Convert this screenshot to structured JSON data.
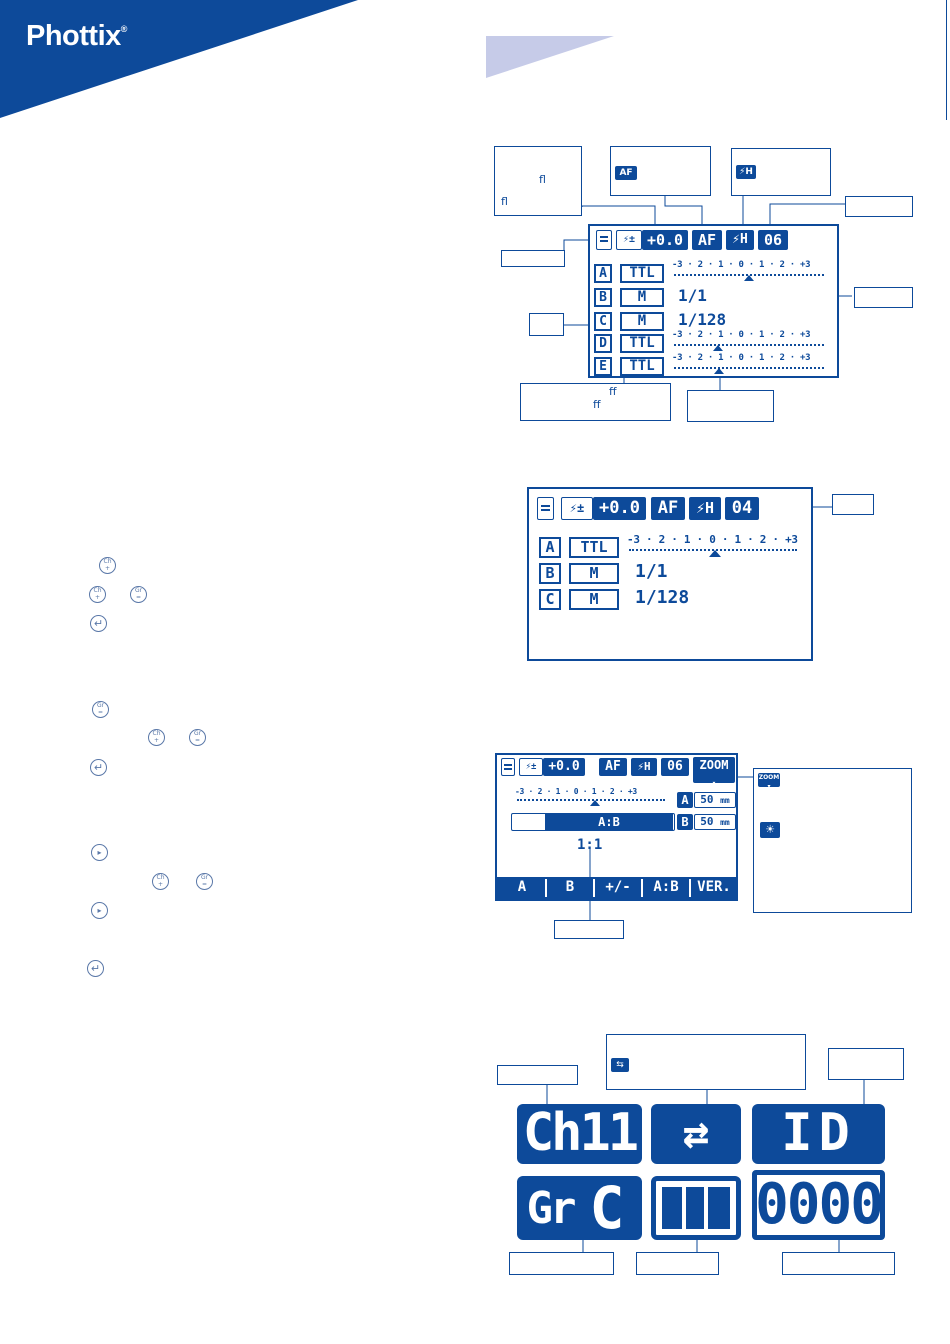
{
  "header": {
    "logo": "Phottix",
    "logo_mark": "®"
  },
  "callouts": {
    "fl1": "fl",
    "fl2": "fl",
    "ff1": "ff",
    "ff2": "ff"
  },
  "lcd1": {
    "topbar": {
      "comp": "+0.0",
      "af": "AF",
      "channel": "06"
    },
    "rows": [
      {
        "group": "A",
        "mode": "TTL",
        "value": ""
      },
      {
        "group": "B",
        "mode": "M",
        "value": "1/1"
      },
      {
        "group": "C",
        "mode": "M",
        "value": "1/128"
      },
      {
        "group": "D",
        "mode": "TTL",
        "value": ""
      },
      {
        "group": "E",
        "mode": "TTL",
        "value": ""
      }
    ],
    "scale": "-3 · 2 · 1 · 0 · 1 · 2 · +3"
  },
  "lcd2": {
    "topbar": {
      "comp": "+0.0",
      "af": "AF",
      "channel": "04"
    },
    "rows": [
      {
        "group": "A",
        "mode": "TTL",
        "value": ""
      },
      {
        "group": "B",
        "mode": "M",
        "value": "1/1"
      },
      {
        "group": "C",
        "mode": "M",
        "value": "1/128"
      }
    ]
  },
  "lcd3": {
    "topbar": {
      "comp": "+0.0",
      "af": "AF",
      "channel": "06",
      "zoom": "ZOOM"
    },
    "zoom_a": "50",
    "zoom_b": "50",
    "unit": "mm",
    "ratio_bar": "A:B",
    "ratio": "1:1",
    "softkeys": [
      "A",
      "B",
      "+/-",
      "A:B",
      "VER."
    ]
  },
  "legend_box": {
    "zoom_icon": "ZOOM"
  },
  "big_lcd": {
    "channel": "Ch11",
    "group": "Gr",
    "group_value": "C",
    "id_label": "ID",
    "id_value": "0000"
  },
  "buttons": {
    "ch": {
      "top": "Ch",
      "bottom": "+"
    },
    "gr": {
      "top": "Gr",
      "bottom": "="
    }
  },
  "colors": {
    "brand": "#0d4a9a",
    "accent_light": "#c6cbe8"
  }
}
